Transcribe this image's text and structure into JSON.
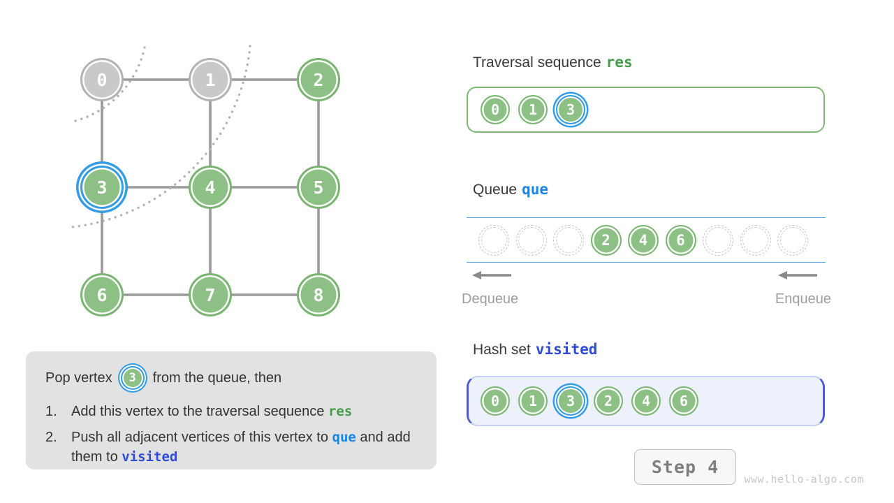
{
  "graph": {
    "nodes": [
      {
        "label": "0",
        "row": 0,
        "col": 0,
        "state": "done"
      },
      {
        "label": "1",
        "row": 0,
        "col": 1,
        "state": "done"
      },
      {
        "label": "2",
        "row": 0,
        "col": 2,
        "state": "frontier"
      },
      {
        "label": "3",
        "row": 1,
        "col": 0,
        "state": "current"
      },
      {
        "label": "4",
        "row": 1,
        "col": 1,
        "state": "frontier"
      },
      {
        "label": "5",
        "row": 1,
        "col": 2,
        "state": "frontier"
      },
      {
        "label": "6",
        "row": 2,
        "col": 0,
        "state": "frontier"
      },
      {
        "label": "7",
        "row": 2,
        "col": 1,
        "state": "frontier"
      },
      {
        "label": "8",
        "row": 2,
        "col": 2,
        "state": "frontier"
      }
    ],
    "edges": [
      [
        0,
        1
      ],
      [
        1,
        2
      ],
      [
        3,
        4
      ],
      [
        4,
        5
      ],
      [
        6,
        7
      ],
      [
        7,
        8
      ],
      [
        0,
        3
      ],
      [
        3,
        6
      ],
      [
        1,
        4
      ],
      [
        4,
        7
      ],
      [
        2,
        5
      ],
      [
        5,
        8
      ]
    ]
  },
  "description": {
    "intro_before": "Pop vertex",
    "intro_vertex": "3",
    "intro_after": "from the queue, then",
    "items": [
      {
        "num": "1.",
        "segments": [
          {
            "text": "Add this vertex to the traversal sequence "
          },
          {
            "text": "res",
            "style": "kw-green"
          }
        ]
      },
      {
        "num": "2.",
        "segments": [
          {
            "text": "Push all adjacent vertices of this vertex to "
          },
          {
            "text": "que",
            "style": "kw-blue"
          },
          {
            "text": " and add them to "
          },
          {
            "text": "visited",
            "style": "kw-indigo"
          }
        ]
      }
    ]
  },
  "res_section": {
    "title": "Traversal sequence",
    "code": "res",
    "items": [
      {
        "label": "0",
        "current": false
      },
      {
        "label": "1",
        "current": false
      },
      {
        "label": "3",
        "current": true
      }
    ]
  },
  "queue_section": {
    "title": "Queue",
    "code": "que",
    "slots": [
      "",
      "",
      "",
      "2",
      "4",
      "6",
      "",
      "",
      ""
    ],
    "dequeue_label": "Dequeue",
    "enqueue_label": "Enqueue"
  },
  "hash_section": {
    "title": "Hash set",
    "code": "visited",
    "items": [
      {
        "label": "0",
        "current": false
      },
      {
        "label": "1",
        "current": false
      },
      {
        "label": "3",
        "current": true
      },
      {
        "label": "2",
        "current": false
      },
      {
        "label": "4",
        "current": false
      },
      {
        "label": "6",
        "current": false
      }
    ]
  },
  "step_label": "Step 4",
  "watermark": "www.hello-algo.com",
  "colors": {
    "node_green": "#8CC084",
    "node_green_border": "#7AB671",
    "node_gray": "#C9C9C9",
    "highlight_blue": "#349BE5",
    "keyword_green": "#449E4C",
    "keyword_blue": "#1886E4",
    "keyword_indigo": "#2F4BD6",
    "queue_line_blue": "#55A7E9",
    "hash_box_border": "#4C5BD0",
    "hash_box_bg": "#EDF1FB"
  }
}
